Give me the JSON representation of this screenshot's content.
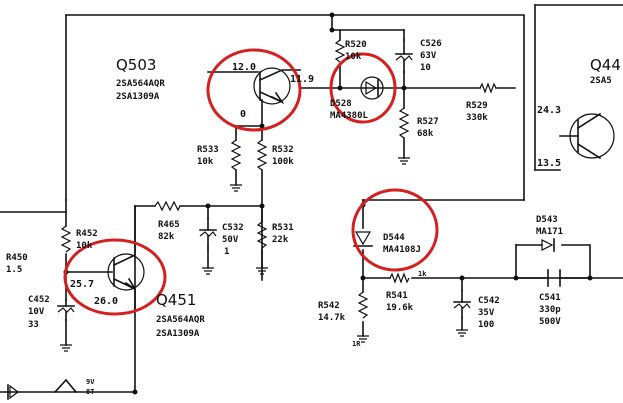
{
  "components": {
    "q503": {
      "ref": "Q503",
      "part1": "2SA564AQR",
      "part2": "2SA1309A",
      "v_base": "12.0",
      "v_col": "11.9",
      "v_emit": "0"
    },
    "q451": {
      "ref": "Q451",
      "part1": "2SA564AQR",
      "part2": "2SA1309A",
      "v_base": "25.7",
      "v_col": "26.0"
    },
    "q44x": {
      "ref": "Q44",
      "part1": "2SA5",
      "v_base": "24.3",
      "v_col": "13.5"
    },
    "r520": {
      "ref": "R520",
      "value": "10k"
    },
    "c526": {
      "ref": "C526",
      "rating": "63V",
      "value": "10"
    },
    "d528": {
      "ref": "D528",
      "part": "MA4380L"
    },
    "r527": {
      "ref": "R527",
      "value": "68k"
    },
    "r529": {
      "ref": "R529",
      "value": "330k"
    },
    "r533": {
      "ref": "R533",
      "value": "10k"
    },
    "r532": {
      "ref": "R532",
      "value": "100k"
    },
    "r465": {
      "ref": "R465",
      "value": "82k"
    },
    "c532": {
      "ref": "C532",
      "rating": "50V",
      "value": "1"
    },
    "r531": {
      "ref": "R531",
      "value": "22k"
    },
    "r452": {
      "ref": "R452",
      "value": "10k"
    },
    "r450": {
      "ref": "R450",
      "value": "1.5"
    },
    "c452": {
      "ref": "C452",
      "rating": "10V",
      "value": "33"
    },
    "d544": {
      "ref": "D544",
      "part": "MA4108J"
    },
    "d543": {
      "ref": "D543",
      "part": "MA171"
    },
    "r542": {
      "ref": "R542",
      "value": "14.7k"
    },
    "r541": {
      "ref": "R541",
      "value": "19.6k"
    },
    "c542": {
      "ref": "C542",
      "rating": "35V",
      "value": "100"
    },
    "c541": {
      "ref": "C541",
      "value": "330p",
      "rating": "500V"
    }
  },
  "annotations": {
    "node_1k": "1k",
    "node_1r": "1R",
    "tag_a": "9V",
    "tag_b": "8T"
  },
  "highlight_color": "#d42020"
}
